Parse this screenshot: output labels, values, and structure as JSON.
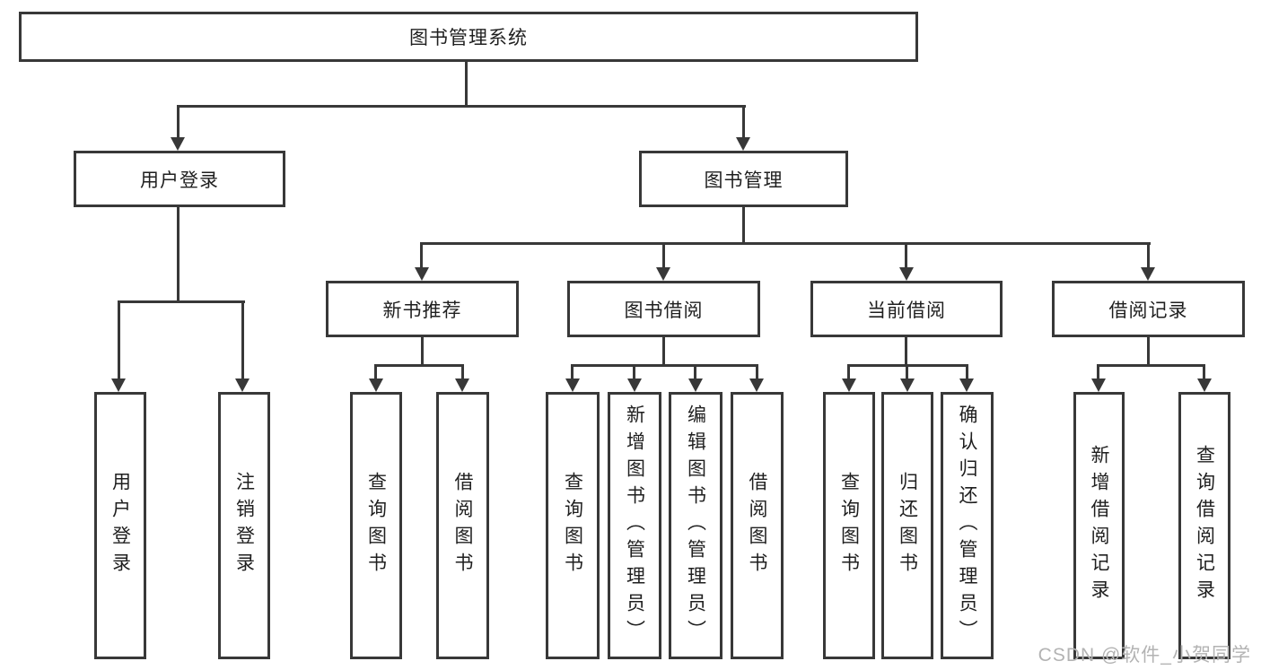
{
  "tree": {
    "label": "图书管理系统",
    "children": [
      {
        "label": "用户登录",
        "children": [
          {
            "label": "用户登录"
          },
          {
            "label": "注销登录"
          }
        ]
      },
      {
        "label": "图书管理",
        "children": [
          {
            "label": "新书推荐",
            "children": [
              {
                "label": "查询图书"
              },
              {
                "label": "借阅图书"
              }
            ]
          },
          {
            "label": "图书借阅",
            "children": [
              {
                "label": "查询图书"
              },
              {
                "label": "新增图书（管理员）"
              },
              {
                "label": "编辑图书（管理员）"
              },
              {
                "label": "借阅图书"
              }
            ]
          },
          {
            "label": "当前借阅",
            "children": [
              {
                "label": "查询图书"
              },
              {
                "label": "归还图书"
              },
              {
                "label": "确认归还（管理员）"
              }
            ]
          },
          {
            "label": "借阅记录",
            "children": [
              {
                "label": "新增借阅记录"
              },
              {
                "label": "查询借阅记录"
              }
            ]
          }
        ]
      }
    ]
  },
  "watermark": {
    "text": "CSDN @软件_小贺同学"
  },
  "colors": {
    "line": "#383838",
    "text": "#1f1f1f",
    "watermark": "#b3b3b3",
    "background": "#ffffff"
  }
}
